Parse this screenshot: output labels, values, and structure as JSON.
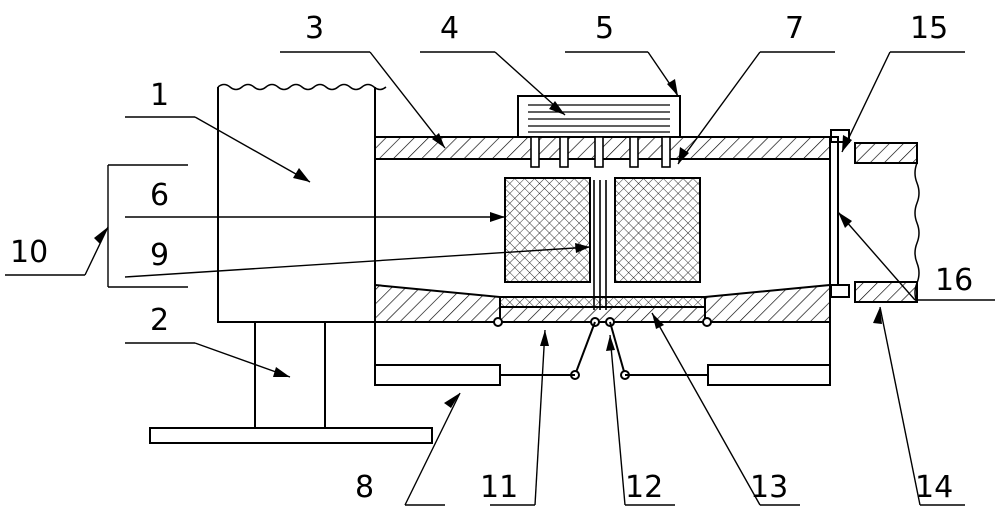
{
  "diagram": {
    "labels": {
      "n1": "1",
      "n2": "2",
      "n3": "3",
      "n4": "4",
      "n5": "5",
      "n6": "6",
      "n7": "7",
      "n8": "8",
      "n9": "9",
      "n10": "10",
      "n11": "11",
      "n12": "12",
      "n13": "13",
      "n14": "14",
      "n15": "15",
      "n16": "16"
    }
  },
  "colors": {
    "line": "#000000",
    "background": "#ffffff",
    "hatch": "#000000"
  }
}
